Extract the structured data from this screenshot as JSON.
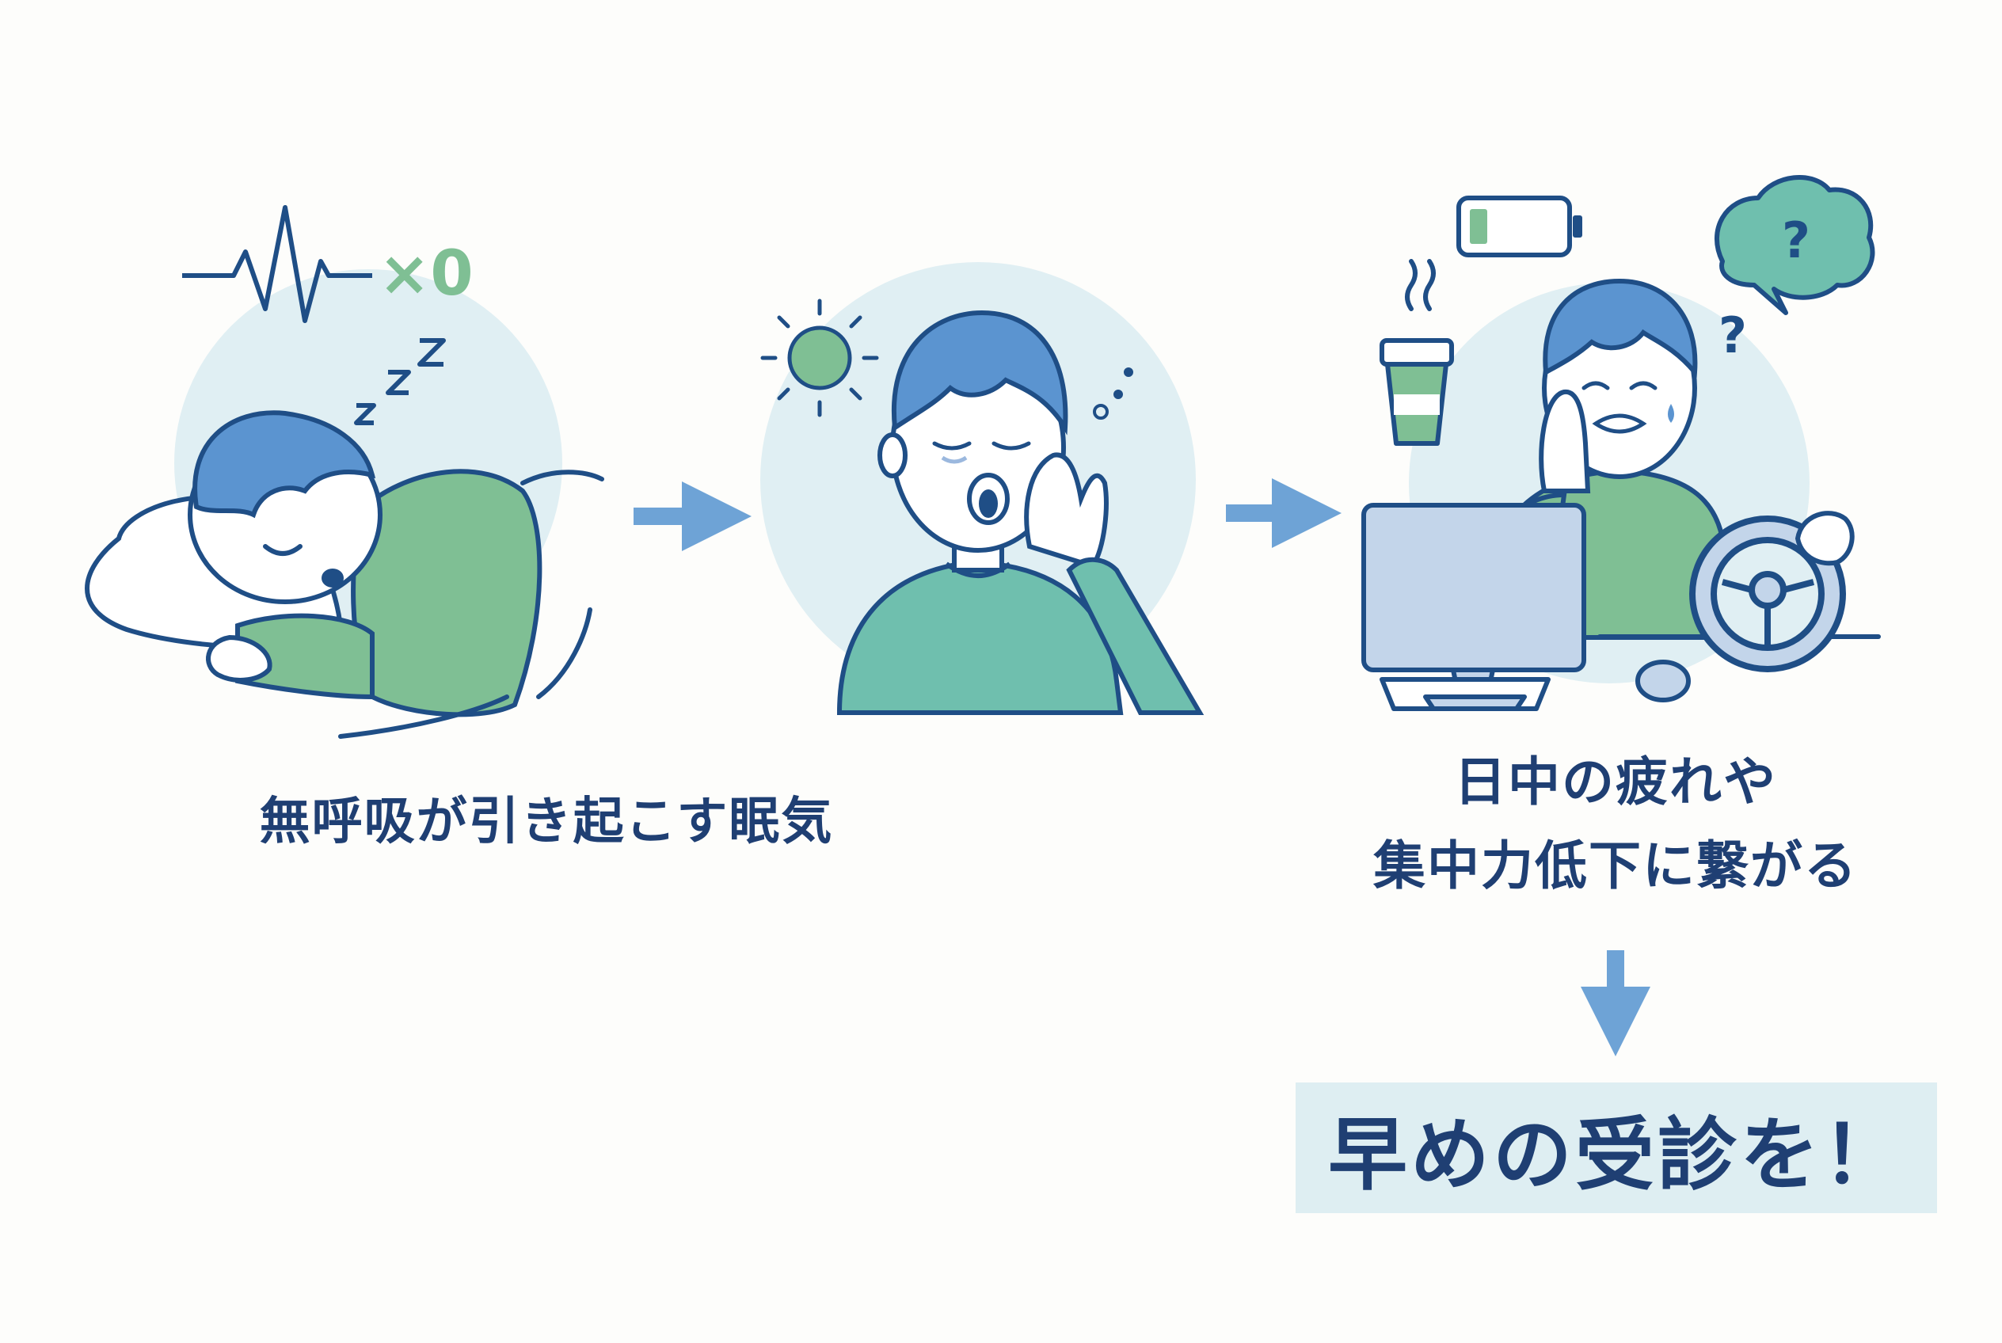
{
  "steps": [
    {
      "caption": "無呼吸が引き起こす眠気"
    },
    {
      "caption": ""
    },
    {
      "caption_lines": [
        "日中の疲れや",
        "集中力低下に繋がる"
      ]
    }
  ],
  "icons": {
    "breathing_zero_text": "×0",
    "confusion_mark": "?"
  },
  "cta": {
    "label": "早めの受診を！"
  },
  "colors": {
    "navy": "#1f4e86",
    "text": "#1f3f73",
    "hair": "#5b94d0",
    "green": "#7fbf94",
    "teal": "#6fbfae",
    "circle": "#e0eff3",
    "arrow": "#6ea3d6",
    "monitor": "#c3d5ea",
    "cta_bg": "#deeef2"
  }
}
